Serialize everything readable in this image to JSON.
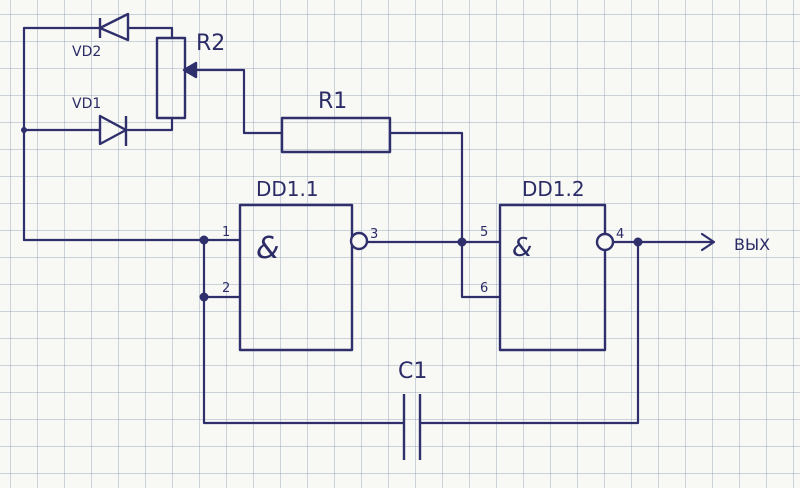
{
  "labels": {
    "vd2": "VD2",
    "vd1": "VD1",
    "r2": "R2",
    "r1": "R1",
    "dd11": "DD1.1",
    "dd12": "DD1.2",
    "c1": "C1",
    "output": "ВЫХ"
  },
  "gates": {
    "dd11_symbol": "&",
    "dd12_symbol": "&",
    "pin1": "1",
    "pin2": "2",
    "pin3": "3",
    "pin4": "4",
    "pin5": "5",
    "pin6": "6"
  },
  "colors": {
    "ink": "#2e2f6b",
    "grid": "#8ca0bf"
  }
}
